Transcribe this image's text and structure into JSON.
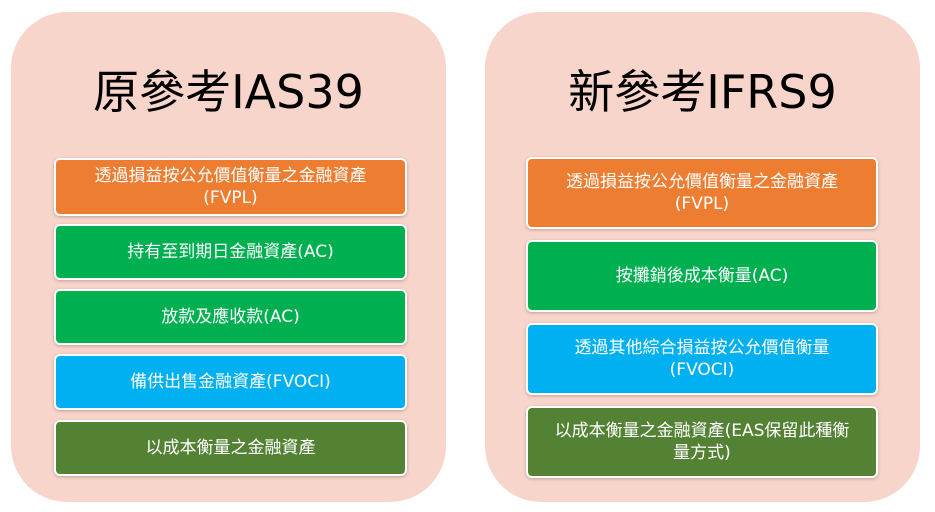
{
  "left": {
    "title": "原參考IAS39",
    "items": [
      {
        "line1": "透過損益按公允價值衡量之金融資產",
        "line2": "(FVPL)",
        "color": "#ed7d31"
      },
      {
        "line1": "持有至到期日金融資產(AC)",
        "color": "#00b050"
      },
      {
        "line1": "放款及應收款(AC)",
        "color": "#00b050"
      },
      {
        "line1": "備供出售金融資產(FVOCI)",
        "color": "#00b0f0"
      },
      {
        "line1": "以成本衡量之金融資產",
        "color": "#548235"
      }
    ]
  },
  "right": {
    "title": "新參考IFRS9",
    "items": [
      {
        "line1": "透過損益按公允價值衡量之金融資產",
        "line2": "(FVPL)",
        "color": "#ed7d31"
      },
      {
        "line1": "按攤銷後成本衡量(AC)",
        "color": "#00b050"
      },
      {
        "line1": "透過其他綜合損益按公允價值衡量",
        "line2": "(FVOCI)",
        "color": "#00b0f0"
      },
      {
        "line1": "以成本衡量之金融資產(EAS保留此種衡",
        "line2": "量方式)",
        "color": "#548235"
      }
    ]
  },
  "colors": {
    "panel_background": "#f8d5cb"
  }
}
